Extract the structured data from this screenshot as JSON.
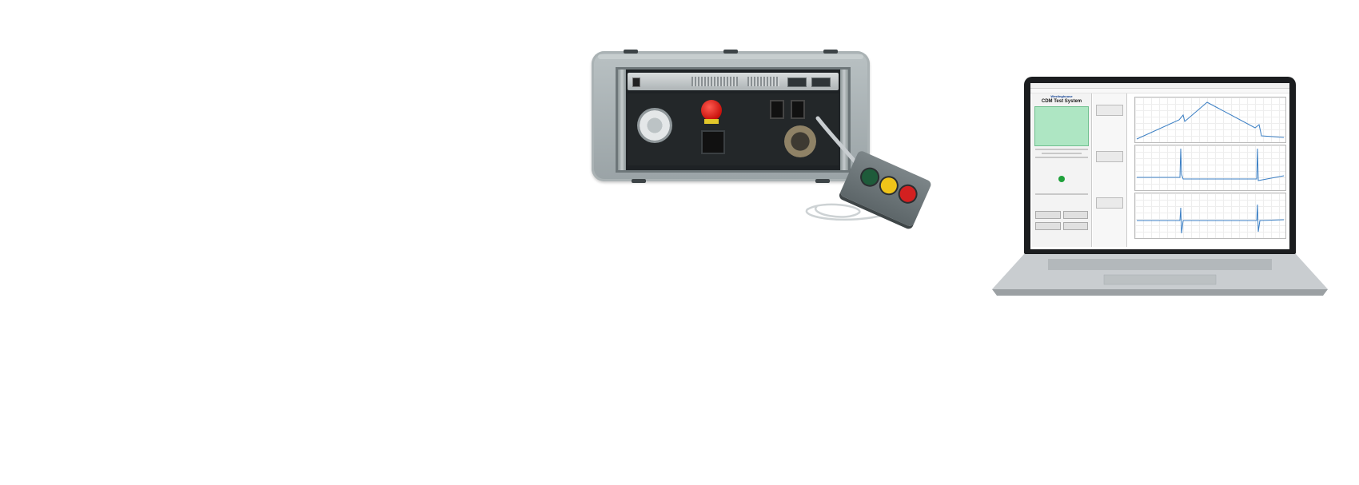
{
  "scene": {
    "description_items": [
      "test-equipment-case",
      "pendant-controller",
      "laptop"
    ]
  },
  "laptop_app": {
    "brand": "Westinghouse",
    "app_title": "CDM Test System"
  },
  "colors": {
    "estop_red": "#d8140e",
    "pendant_green": "#1e5b3a",
    "pendant_yellow": "#f0c419",
    "pendant_red": "#d32020",
    "app_green_panel": "#aee6c3",
    "trace_blue": "#3b7fc4"
  }
}
